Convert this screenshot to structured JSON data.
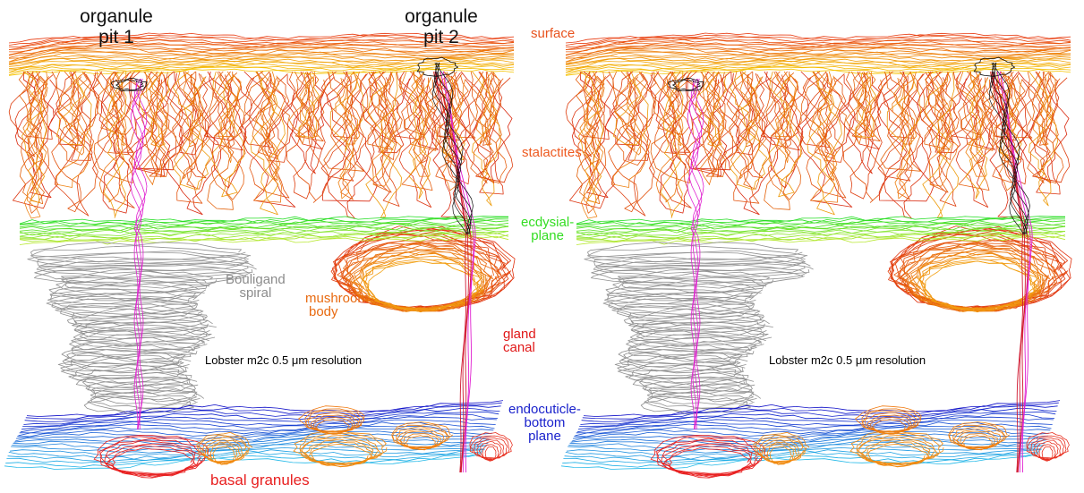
{
  "labels": {
    "pit1_line1": "organule",
    "pit1_line2": "pit 1",
    "pit2_line1": "organule",
    "pit2_line2": "pit 2",
    "surface": "surface",
    "stalactites": "stalactites",
    "ecdysial_line1": "ecdysial-",
    "ecdysial_line2": "plane",
    "bouligand_line1": "Bouligand",
    "bouligand_line2": "spiral",
    "mushroom_line1": "mushroom",
    "mushroom_line2": "body",
    "gland_line1": "gland",
    "gland_line2": "canal",
    "endo_line1": "endocuticle-",
    "endo_line2": "bottom",
    "endo_line3": "plane",
    "basal": "basal granules",
    "caption_left": "Lobster m2c 0.5 μm resolution",
    "caption_right": "Lobster m2c 0.5 μm resolution"
  },
  "colors": {
    "surface": "#e8531e",
    "stalactites": "#ee5a20",
    "ecdysial": "#33dd22",
    "bouligand": "#8c8c8c",
    "mushroom": "#e86a10",
    "gland": "#e01818",
    "endo": "#1a22cc",
    "basal": "#e82020",
    "canal_magenta": "#e020d0",
    "black_contour": "#111111"
  }
}
